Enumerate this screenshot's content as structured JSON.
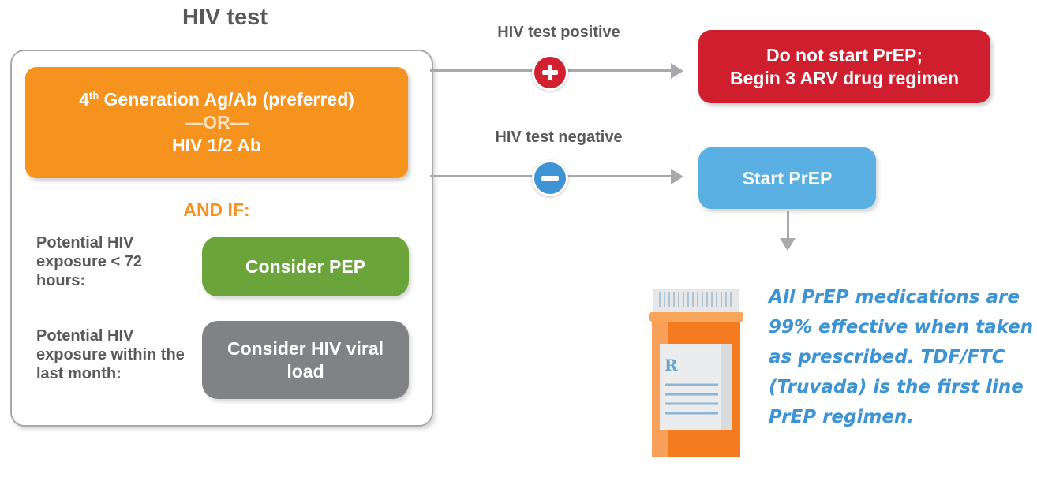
{
  "title": "HIV test",
  "test_box": {
    "line1_prefix": "4",
    "line1_sup": "th",
    "line1_rest": " Generation Ag/Ab (preferred)",
    "or": "—OR—",
    "line3": "HIV 1/2 Ab"
  },
  "and_if": "AND IF:",
  "conditions": [
    {
      "text": "Potential HIV exposure < 72 hours:",
      "action": "Consider PEP"
    },
    {
      "text": "Potential HIV exposure within the last month:",
      "action": "Consider HIV viral load"
    }
  ],
  "positive": {
    "label": "HIV test positive",
    "icon": "plus-icon",
    "result_line1": "Do not start PrEP;",
    "result_line2": "Begin 3 ARV drug regimen"
  },
  "negative": {
    "label": "HIV test negative",
    "icon": "minus-icon",
    "result": "Start PrEP"
  },
  "bottle": {
    "rx": "R"
  },
  "note": "All PrEP medications are 99% effective when taken as prescribed. TDF/FTC (Truvada) is the first line PrEP regimen.",
  "colors": {
    "orange": "#f6921e",
    "green": "#6ba43a",
    "gray": "#808285",
    "red": "#cf1f2e",
    "blue": "#5aafe3",
    "note_blue": "#3d93d3"
  }
}
